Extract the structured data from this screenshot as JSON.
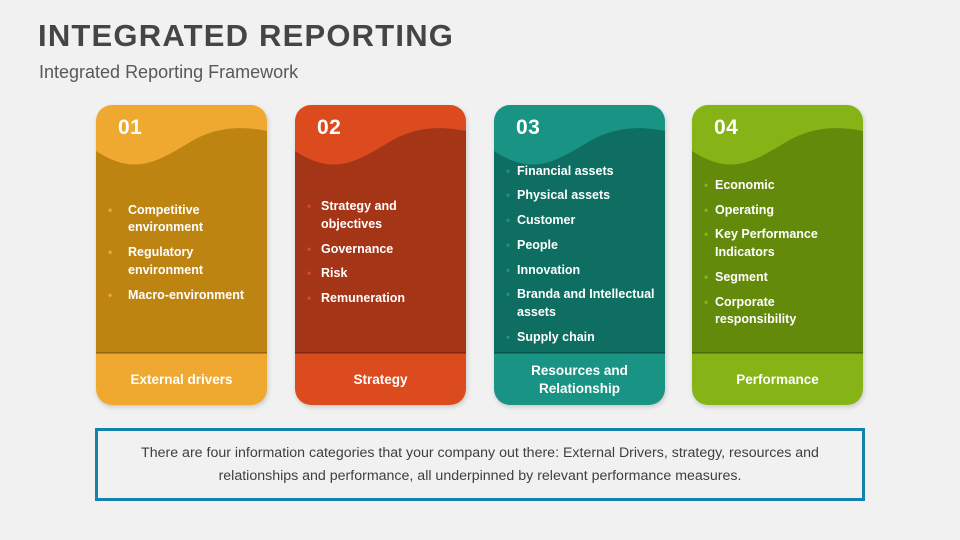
{
  "header": {
    "title": "INTEGRATED REPORTING",
    "subtitle": "Integrated Reporting Framework"
  },
  "colors": {
    "background": "#F1F1F1",
    "title_color": "#454545",
    "caption_border": "#1382AD",
    "card1_light": "#EFA830",
    "card1_dark": "#BE8412",
    "card2_light": "#DB4B1E",
    "card2_dark": "#A43516",
    "card3_light": "#199384",
    "card3_dark": "#0D6E61",
    "card4_light": "#86B316",
    "card4_dark": "#648A0C"
  },
  "cards": [
    {
      "number": "01",
      "footer_label": "External drivers",
      "light": "#EFA830",
      "dark": "#BE8412",
      "bullets": [
        "Competitive environment",
        "Regulatory environment",
        "Macro-environment"
      ]
    },
    {
      "number": "02",
      "footer_label": "Strategy",
      "light": "#DB4B1E",
      "dark": "#A43516",
      "bullets": [
        "Strategy and objectives",
        "Governance",
        "Risk",
        "Remuneration"
      ]
    },
    {
      "number": "03",
      "footer_label": "Resources and Relationship",
      "light": "#199384",
      "dark": "#0D6E61",
      "bullets": [
        "Financial assets",
        "Physical assets",
        "Customer",
        "People",
        "Innovation",
        "Branda and Intellectual assets",
        "Supply chain"
      ]
    },
    {
      "number": "04",
      "footer_label": "Performance",
      "light": "#86B316",
      "dark": "#648A0C",
      "bullets": [
        "Economic",
        "Operating",
        "Key Performance Indicators",
        "Segment",
        "Corporate responsibility"
      ]
    }
  ],
  "caption": {
    "text": "There are four information categories that your company out there: External Drivers, strategy, resources and relationships and performance, all underpinned by relevant performance measures."
  },
  "bullet_glyph": "•"
}
